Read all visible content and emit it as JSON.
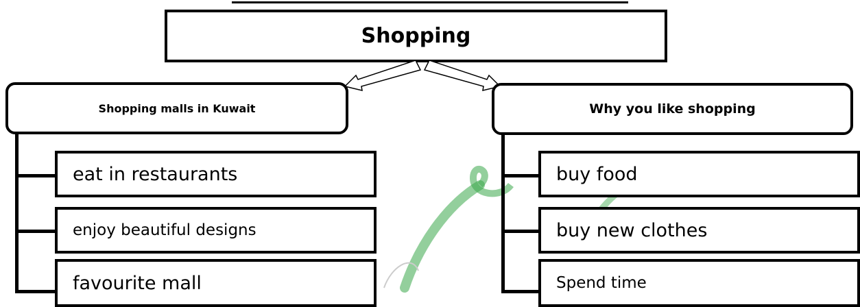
{
  "root": {
    "label": "Shopping"
  },
  "left_branch": {
    "label": "Shopping malls in Kuwait",
    "items": [
      "eat in restaurants",
      "enjoy beautiful designs",
      "favourite mall"
    ]
  },
  "right_branch": {
    "label": "Why you like shopping",
    "items": [
      "buy food",
      "buy new clothes",
      "Spend time"
    ]
  },
  "colors": {
    "line": "#000000",
    "background": "#ffffff",
    "watermark_green": "#3aa84a"
  }
}
